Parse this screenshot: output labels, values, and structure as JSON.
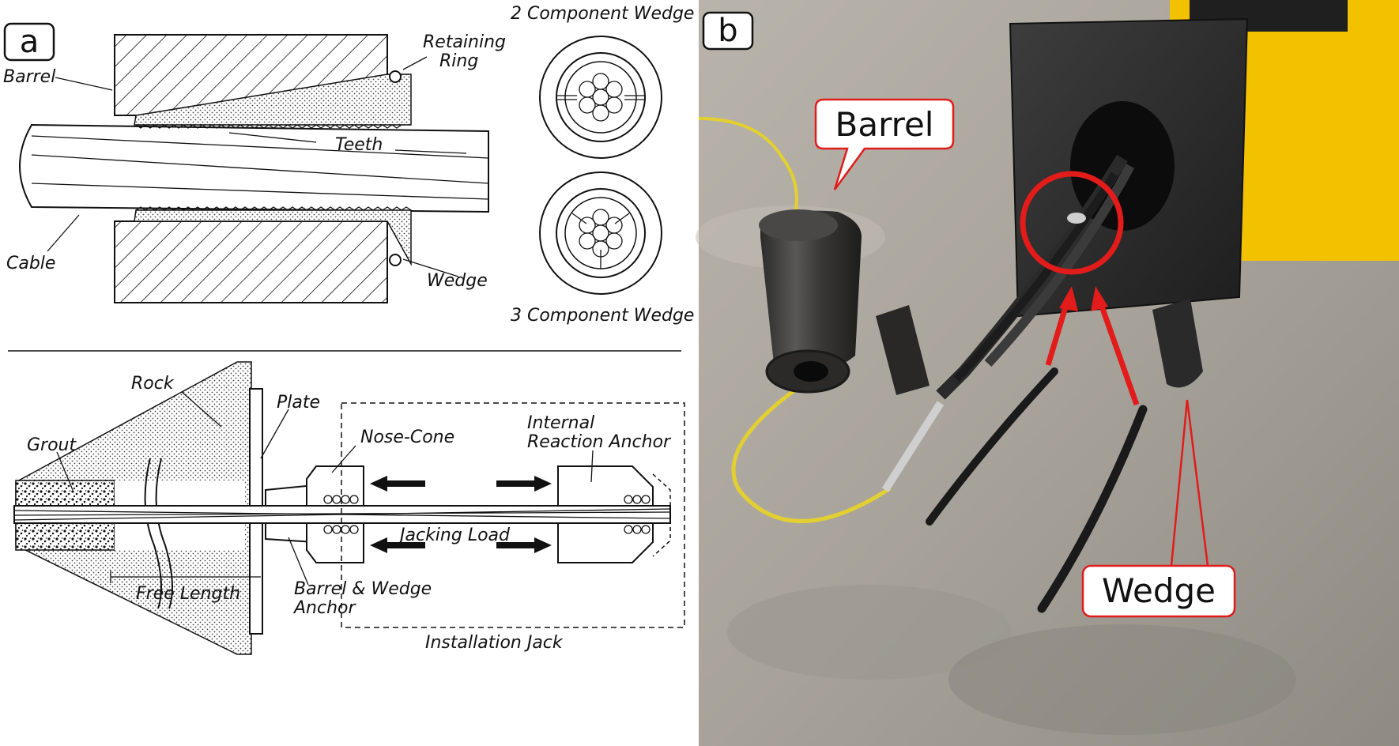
{
  "panel_a": {
    "badge": "a",
    "top_labels": {
      "barrel": "Barrel",
      "retaining_ring_1": "Retaining",
      "retaining_ring_2": "Ring",
      "teeth": "Teeth",
      "cable": "Cable",
      "wedge": "Wedge",
      "two_component": "2 Component Wedge",
      "three_component": "3 Component Wedge"
    },
    "bottom_labels": {
      "rock": "Rock",
      "plate": "Plate",
      "grout": "Grout",
      "nose_cone": "Nose-Cone",
      "reaction_anchor_1": "Internal",
      "reaction_anchor_2": "Reaction Anchor",
      "jacking_load": "Jacking Load",
      "free_length": "Free Length",
      "barrel_wedge_1": "Barrel & Wedge",
      "barrel_wedge_2": "Anchor",
      "installation_jack": "Installation Jack"
    }
  },
  "panel_b": {
    "badge": "b",
    "callout_barrel": "Barrel",
    "callout_wedge": "Wedge",
    "accent_color": "#e21b1b"
  }
}
